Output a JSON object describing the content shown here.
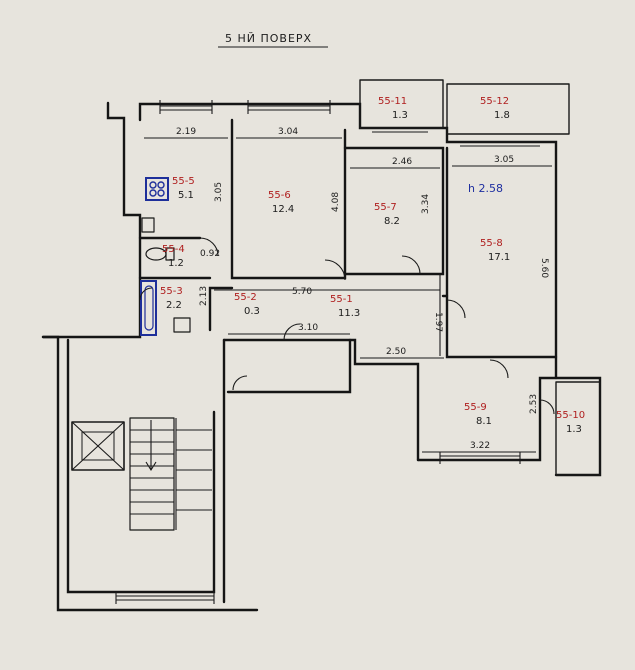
{
  "title": "5 НЙ ПОВЕРХ",
  "height_label": "h 2.58",
  "rooms": [
    {
      "code": "55-11",
      "area": "1.3"
    },
    {
      "code": "55-12",
      "area": "1.8"
    },
    {
      "code": "55-5",
      "area": "5.1"
    },
    {
      "code": "55-6",
      "area": "12.4"
    },
    {
      "code": "55-7",
      "area": "8.2"
    },
    {
      "code": "55-8",
      "area": "17.1"
    },
    {
      "code": "55-4",
      "area": "1.2"
    },
    {
      "code": "55-3",
      "area": "2.2"
    },
    {
      "code": "55-2",
      "area": "0.3"
    },
    {
      "code": "55-1",
      "area": "11.3"
    },
    {
      "code": "55-9",
      "area": "8.1"
    },
    {
      "code": "55-10",
      "area": "1.3"
    }
  ],
  "dimensions": [
    "2.19",
    "3.04",
    "2.46",
    "3.05",
    "3.05",
    "4.08",
    "3.34",
    "5.60",
    "0.92",
    "2.13",
    "5.70",
    "3.10",
    "2.50",
    "1.97",
    "2.53",
    "3.22"
  ]
}
